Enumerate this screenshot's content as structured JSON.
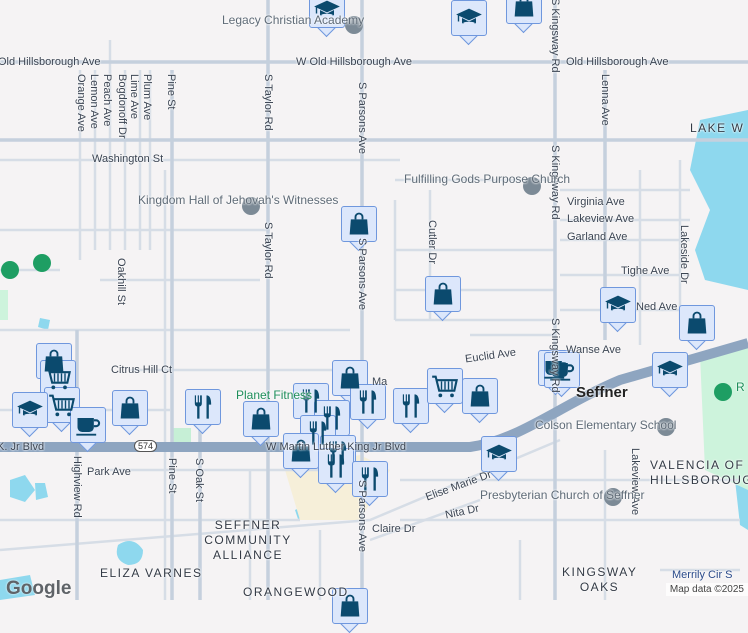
{
  "map": {
    "colors": {
      "background": "#f5f3f4",
      "road": "#c8d3e0",
      "highway": "#8ea5c0",
      "water": "#8ed8ee",
      "park": "#cdf3dc",
      "marker_fill": "#dce7fb",
      "marker_border": "#6f97dd",
      "icon": "#0b4a6e"
    },
    "streets": {
      "old_hillsborough_w": "W Old Hillsborough Ave",
      "old_hillsborough_left": "Old Hillsborough Ave",
      "old_hillsborough_right": "Old Hillsborough Ave",
      "plum": "Plum Ave",
      "lime": "Lime Ave",
      "bogdonoff": "Bogdonoff Dr",
      "peach": "Peach Ave",
      "lemon": "Lemon Ave",
      "orange": "Orange Ave",
      "pine_top": "Pine St",
      "taylor_top": "S Taylor Rd",
      "taylor_mid": "S Taylor Rd",
      "parsons_top": "S Parsons Ave",
      "parsons_mid": "S Parsons Ave",
      "parsons_bottom": "S Parsons Ave",
      "washington": "Washington St",
      "oakhill": "Oakhill St",
      "citrus_hill": "Citrus Hill Ct",
      "cutler": "Cutler Dr",
      "kingsway_top": "S Kingsway Rd",
      "kingsway_mid": "S Kingsway Rd",
      "lenna": "Lenna Ave",
      "lake_w": "LAKE W",
      "virginia": "Virginia Ave",
      "lakeview_h": "Lakeview Ave",
      "garland": "Garland Ave",
      "tighe": "Tighe Ave",
      "ned": "Ned Ave",
      "lakeside": "Lakeside Dr",
      "euclid": "Euclid Ave",
      "wanse": "Wanse Ave",
      "mlk_left": "K. Jr Blvd",
      "mlk_mid": "W Martin Luther King Jr Blvd",
      "route": "574",
      "park_ave": "Park Ave",
      "highview": "Highview Rd",
      "pine_bottom": "Pine St",
      "oak": "S Oak St",
      "elise_marie": "Elise Marie Dr",
      "nita": "Nita Dr",
      "claire": "Claire Dr",
      "lakeview_v": "Lakeview Ave",
      "merrily": "Merrily Cir S",
      "ma": "Ma"
    },
    "places": {
      "legacy": "Legacy Christian Academy",
      "fulfilling": "Fulfilling Gods Purpose Church",
      "kingdom_hall": "Kingdom Hall of Jehovah's Witnesses",
      "planet_fitness": "Planet Fitness",
      "colson": "Colson Elementary School",
      "presbyterian": "Presbyterian Church of Seffner",
      "right_park": "R S"
    },
    "areas": {
      "seffner": "Seffner",
      "community": "SEFFNER COMMUNITY ALLIANCE",
      "eliza": "ELIZA VARNES",
      "orangewood": "ORANGEWOOD",
      "kingsway_oaks": "KINGSWAY OAKS",
      "valencia": "VALENCIA OF HILLSBOROUGH"
    },
    "markers": [
      "school",
      "school",
      "shopping",
      "shopping",
      "shopping",
      "school",
      "shopping",
      "shopping",
      "grocery",
      "grocery",
      "school",
      "cafe",
      "shopping",
      "restaurant",
      "shopping",
      "restaurant",
      "shopping",
      "restaurant",
      "restaurant",
      "restaurant",
      "restaurant",
      "shopping",
      "restaurant",
      "restaurant",
      "restaurant",
      "grocery",
      "shopping",
      "cafe",
      "cafe",
      "school",
      "school",
      "shopping"
    ],
    "logo": "Google",
    "attribution": "Map data ©2025"
  }
}
